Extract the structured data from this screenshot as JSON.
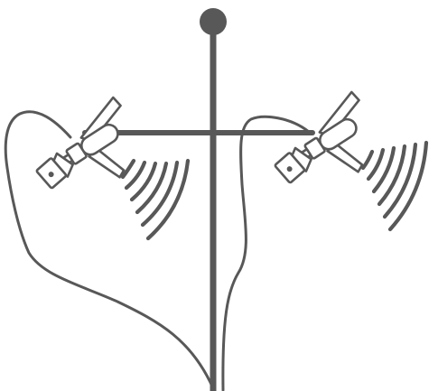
{
  "illustration": {
    "subject": "microphone-stand-with-two-microphones-icon",
    "colors": {
      "background": "#ffffff",
      "stroke": "#585858",
      "fill": "#ffffff"
    },
    "microphones": [
      {
        "side": "left",
        "icon": "microphone-icon",
        "sound_arcs": 6
      },
      {
        "side": "right",
        "icon": "microphone-icon",
        "sound_arcs": 6
      }
    ]
  }
}
